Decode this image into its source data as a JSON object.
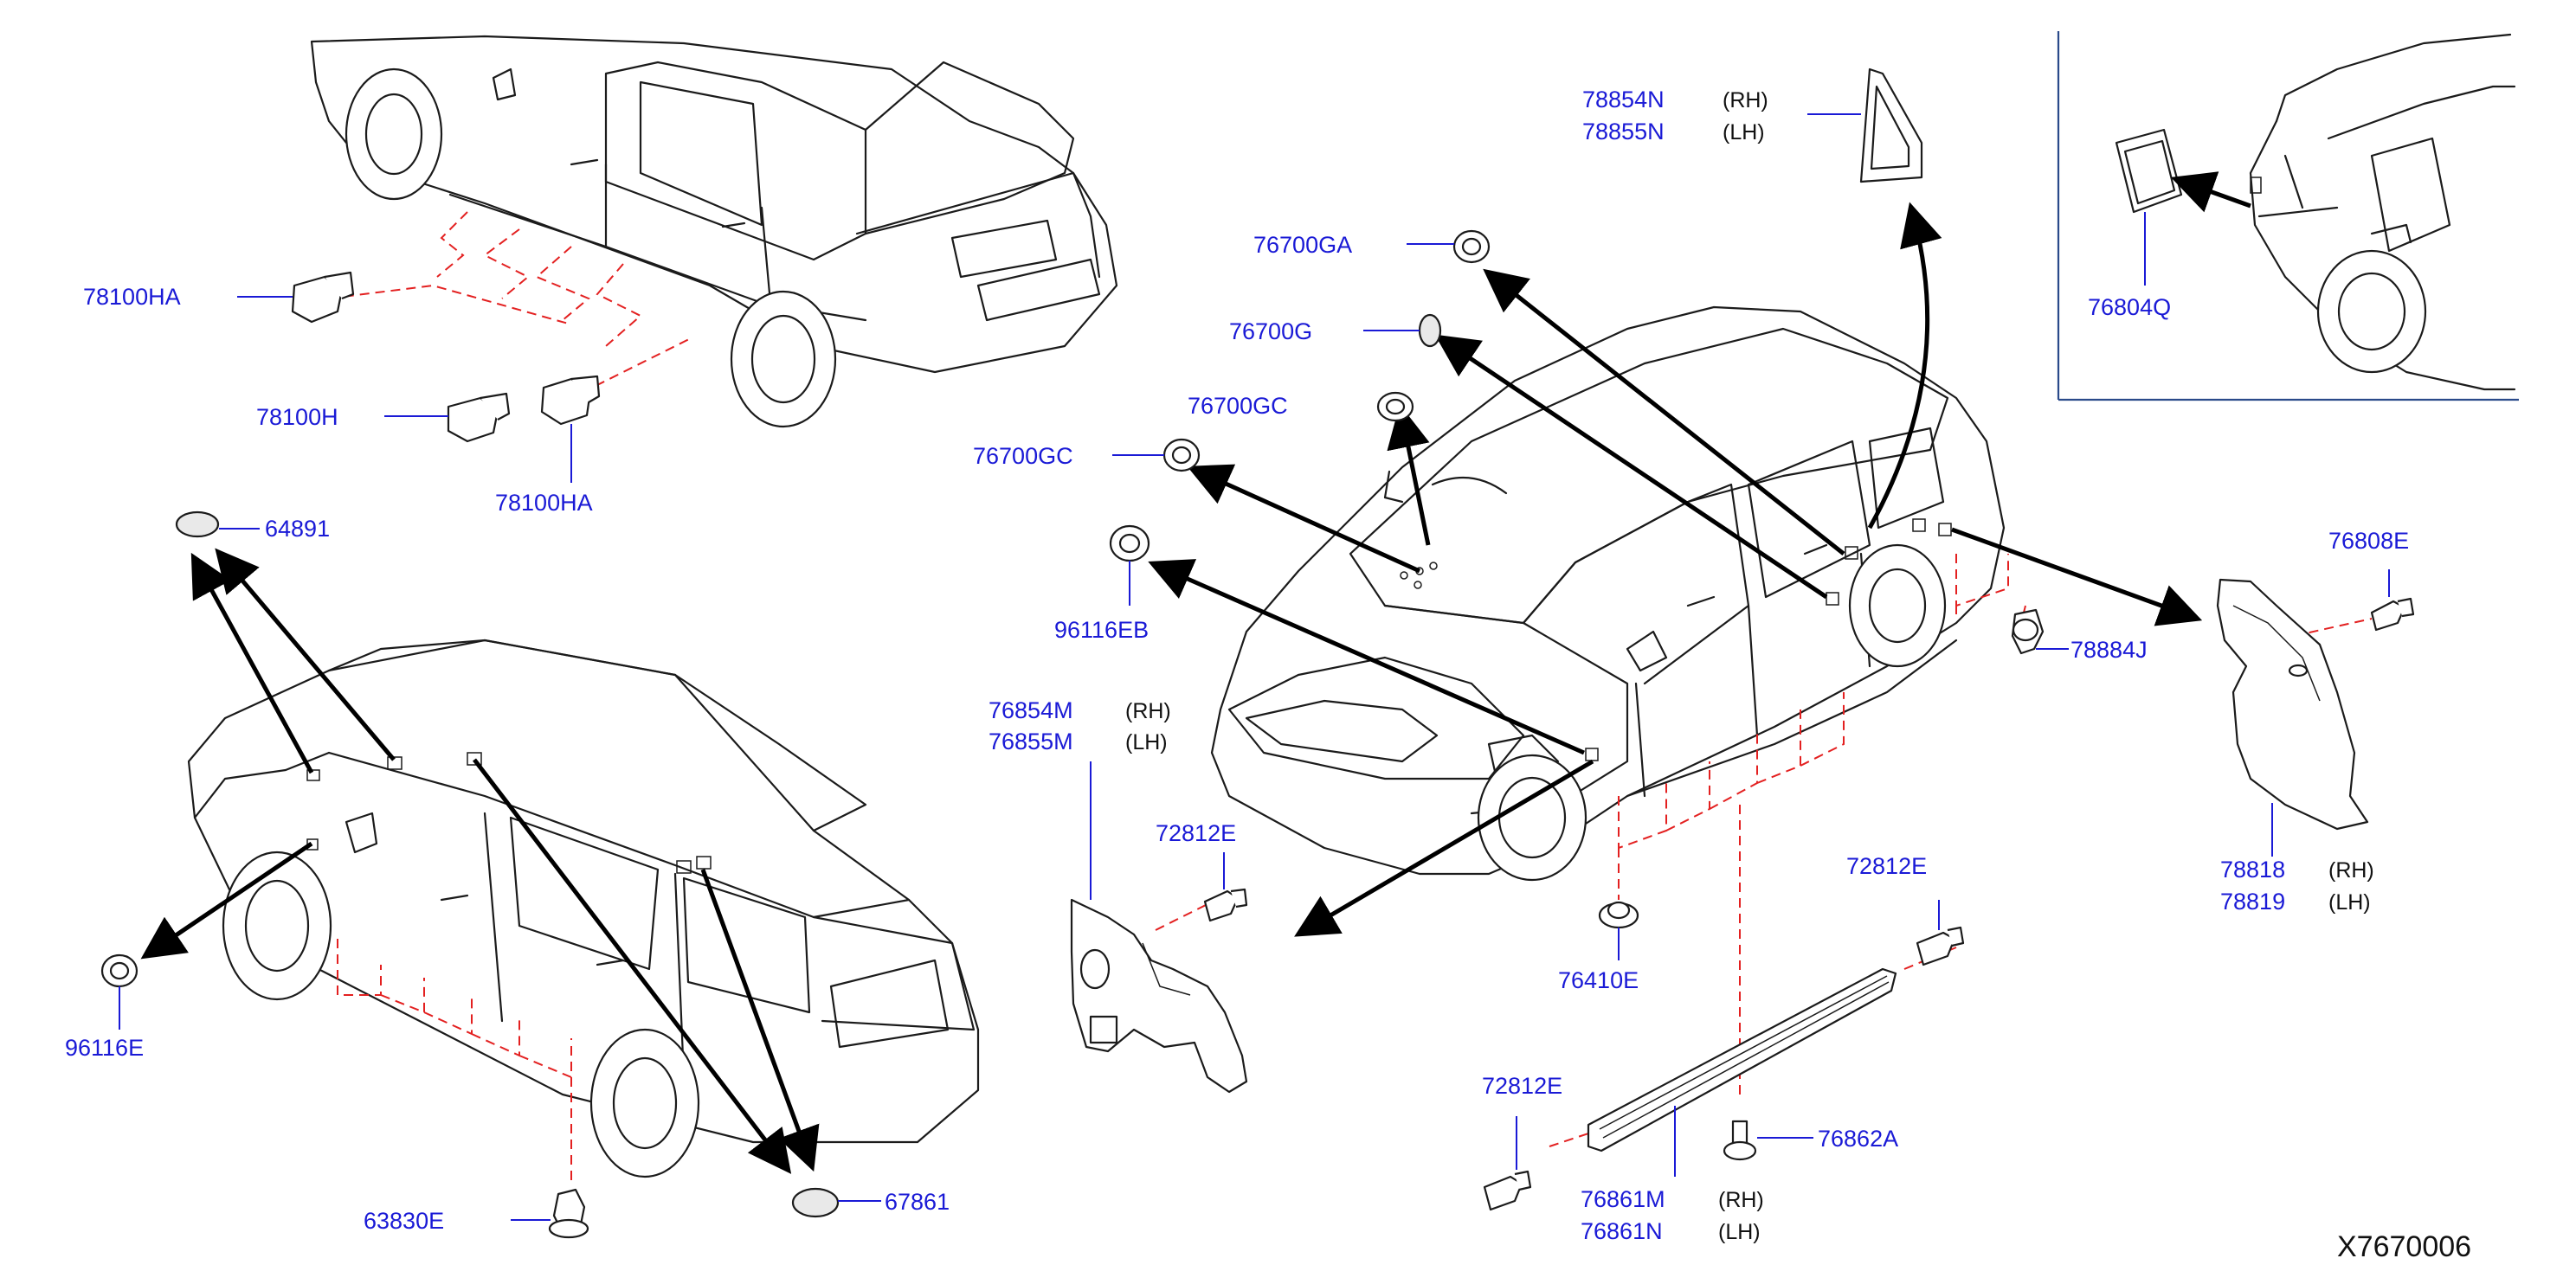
{
  "diagram_code": "X7670006",
  "callouts": {
    "p78100HA_top": "78100HA",
    "p78100H": "78100H",
    "p78100HA_bottom": "78100HA",
    "p64891": "64891",
    "p96116E": "96116E",
    "p63830E": "63830E",
    "p67861": "67861",
    "p76700GA": "76700GA",
    "p76700G": "76700G",
    "p76700GC_a": "76700GC",
    "p76700GC_b": "76700GC",
    "p96116EB": "96116EB",
    "p78854N": "78854N",
    "p78855N": "78855N",
    "p76804Q": "76804Q",
    "p76854M": "76854M",
    "p76855M": "76855M",
    "p72812E_a": "72812E",
    "p72812E_b": "72812E",
    "p72812E_c": "72812E",
    "p76410E": "76410E",
    "p76862A": "76862A",
    "p76861M": "76861M",
    "p76861N": "76861N",
    "p76808E": "76808E",
    "p78884J": "78884J",
    "p78818": "78818",
    "p78819": "78819"
  },
  "side_labels": {
    "rh": "(RH)",
    "lh": "(LH)"
  },
  "colors": {
    "callout_text": "#1a1ad6",
    "leader_line": "#1a1ad6",
    "dashed_guide": "#e32020",
    "arrow": "#000000",
    "inset_frame": "#2a4a8a"
  }
}
